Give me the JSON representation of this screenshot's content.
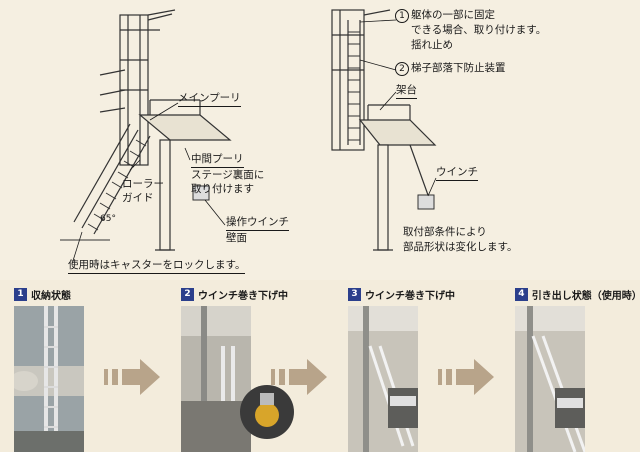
{
  "diagram": {
    "left_labels": {
      "main_pulley": "メインプーリ",
      "mid_pulley": "中間プーリ",
      "mid_pulley_note1": "ステージ裏面に",
      "mid_pulley_note2": "取り付けます",
      "roller1": "ローラー",
      "roller2": "ガイド",
      "angle": "65°",
      "winch": "操作ウインチ",
      "wall": "壁面",
      "caster_note": "使用時はキャスターをロックします。"
    },
    "right_labels": {
      "n1": "1",
      "note1_l1": "躯体の一部に固定",
      "note1_l2": "できる場合、取り付けます。",
      "note1_l3": "揺れ止め",
      "n2": "2",
      "note2": "梯子部落下防止装置",
      "stand": "架台",
      "winch": "ウインチ",
      "cond1": "取付部条件により",
      "cond2": "部品形状は変化します。"
    }
  },
  "steps": [
    {
      "num": "1",
      "label": "収納状態"
    },
    {
      "num": "2",
      "label": "ウインチ巻き下げ中"
    },
    {
      "num": "3",
      "label": "ウインチ巻き下げ中"
    },
    {
      "num": "4",
      "label": "引き出し状態（使用時）"
    }
  ],
  "colors": {
    "step_badge": "#2b3f8c",
    "arrow": "#b8a48a",
    "background": "#f3ecdc"
  }
}
